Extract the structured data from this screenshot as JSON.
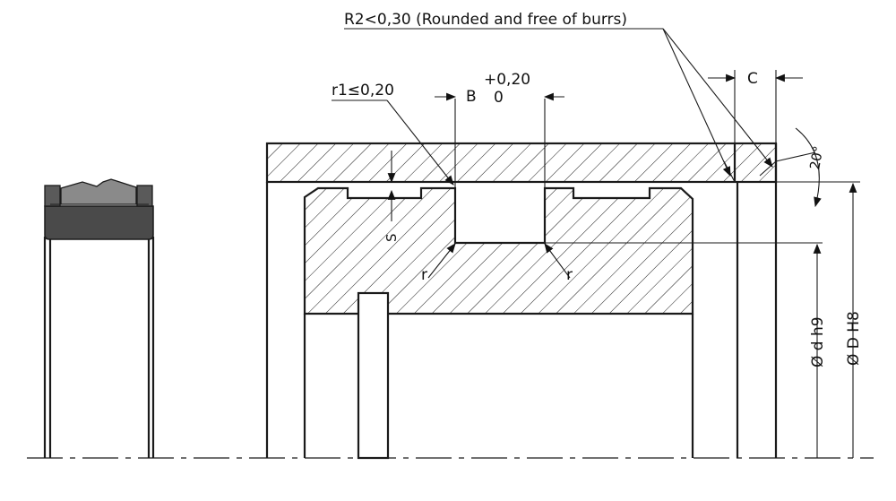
{
  "labels": {
    "r2_note": "R2<0,30 (Rounded and free of burrs)",
    "r1": "r1≤0,20",
    "b": "B",
    "tol_upper": "+0,20",
    "tol_lower": "0",
    "c": "C",
    "angle": "20°",
    "s": "S",
    "r_left": "r",
    "r_right": "r",
    "dia_d": "Ø d h9",
    "dia_D": "Ø D H8"
  },
  "colors": {
    "line": "#1a1a1a",
    "seal_body": "#4a4a4a",
    "seal_lip": "#8a8a8a"
  }
}
